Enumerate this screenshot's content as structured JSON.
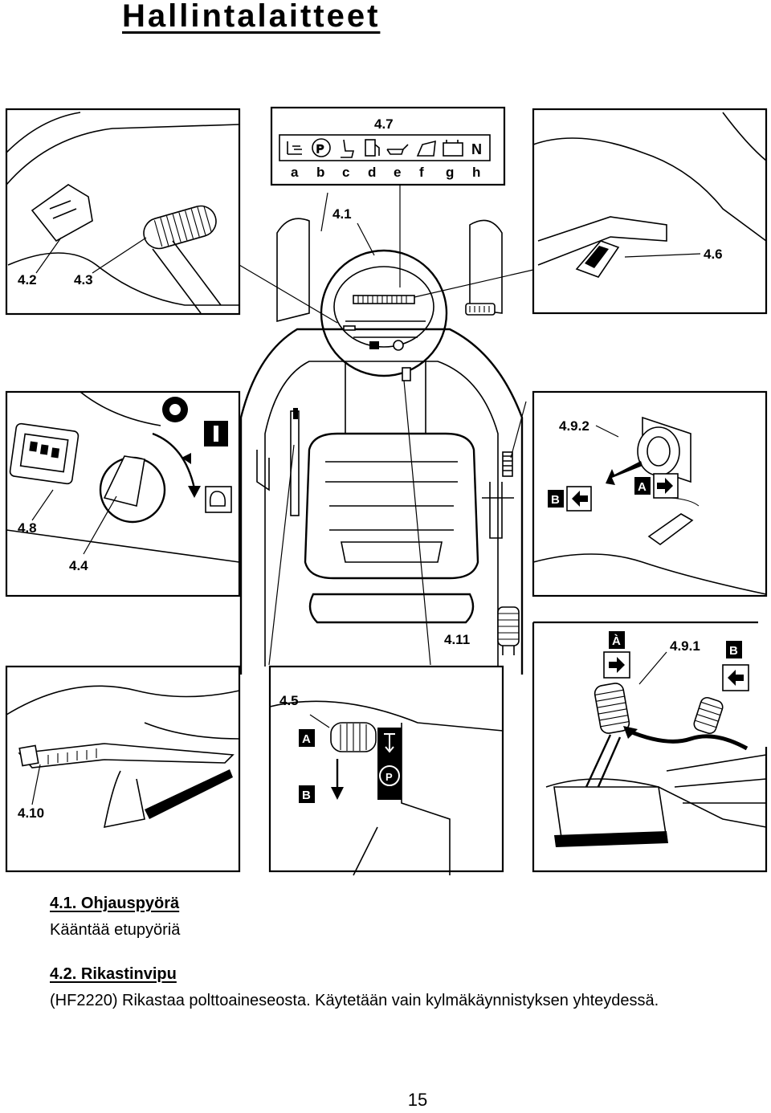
{
  "page": {
    "title": "Hallintalaitteet",
    "page_number": "15"
  },
  "figure": {
    "callouts": {
      "c41": "4.1",
      "c42": "4.2",
      "c43": "4.3",
      "c44": "4.4",
      "c45": "4.5",
      "c46": "4.6",
      "c47": "4.7",
      "c48": "4.8",
      "c4921": "4.9.2",
      "c4911": "4.9.1",
      "c410": "4.10",
      "c411": "4.11"
    },
    "indicator_letters": [
      "a",
      "b",
      "c",
      "d",
      "e",
      "f",
      "g",
      "h"
    ],
    "indicator_n": "N",
    "indicator_p": "P",
    "letter_a": "A",
    "letter_b": "B",
    "letter_a_grave": "À"
  },
  "sections": [
    {
      "heading": "4.1. Ohjauspyörä",
      "body": "Kääntää etupyöriä"
    },
    {
      "heading": "4.2. Rikastinvipu",
      "body": "(HF2220) Rikastaa polttoaineseosta. Käytetään vain kylmäkäynnistyksen yhteydessä."
    }
  ],
  "colors": {
    "ink": "#000000",
    "paper": "#ffffff"
  }
}
